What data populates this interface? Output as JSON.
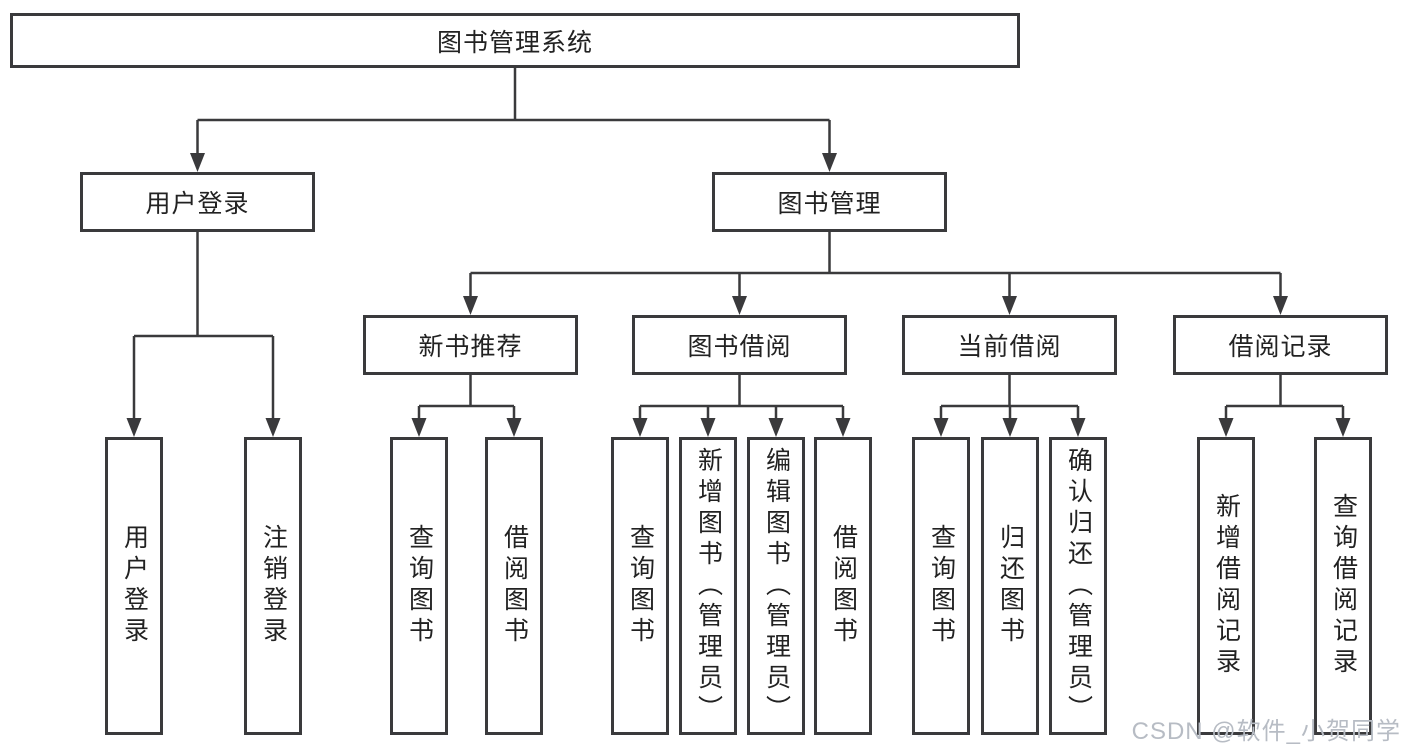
{
  "diagram": {
    "type": "hierarchy-diagram",
    "title": "图书管理系统",
    "watermark": "CSDN @软件_小贺同学",
    "colors": {
      "line": "#3a3a3c",
      "text": "#222222",
      "background": "#ffffff",
      "watermark": "#b7bcc4"
    }
  },
  "tree": {
    "label": "图书管理系统",
    "children": [
      {
        "label": "用户登录",
        "children": [
          {
            "label": "用户登录"
          },
          {
            "label": "注销登录"
          }
        ]
      },
      {
        "label": "图书管理",
        "children": [
          {
            "label": "新书推荐",
            "children": [
              {
                "label": "查询图书"
              },
              {
                "label": "借阅图书"
              }
            ]
          },
          {
            "label": "图书借阅",
            "children": [
              {
                "label": "查询图书"
              },
              {
                "label": "新增图书（管理员）"
              },
              {
                "label": "编辑图书（管理员）"
              },
              {
                "label": "借阅图书"
              }
            ]
          },
          {
            "label": "当前借阅",
            "children": [
              {
                "label": "查询图书"
              },
              {
                "label": "归还图书"
              },
              {
                "label": "确认归还（管理员）"
              }
            ]
          },
          {
            "label": "借阅记录",
            "children": [
              {
                "label": "新增借阅记录"
              },
              {
                "label": "查询借阅记录"
              }
            ]
          }
        ]
      }
    ]
  }
}
